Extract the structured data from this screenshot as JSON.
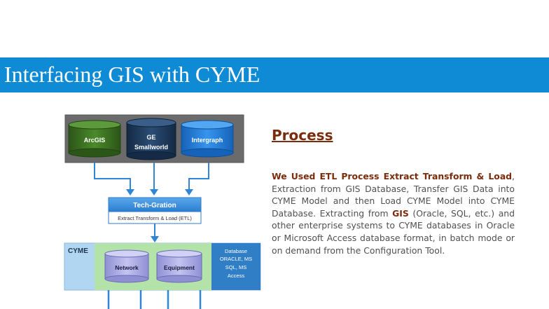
{
  "title": "Interfacing GIS with CYME",
  "diagram": {
    "sources": [
      "ArcGIS",
      "GE",
      "Smallworld",
      "Intergraph"
    ],
    "etl_title": "Tech-Gration",
    "etl_subtitle": "Extract Transform & Load (ETL)",
    "cyme_label": "CYME",
    "cyme_dbs": [
      "Network",
      "Equipment"
    ],
    "database_lines": [
      "Database",
      "ORACLE, MS",
      "SQL, MS",
      "Access"
    ]
  },
  "process": {
    "heading": "Process",
    "lead": "We Used ETL Process Extract Transform & Load",
    "p1": ", Extraction from GIS Database, Transfer GIS Data into CYME Model and then Load CYME Model into CYME Database. Extracting from ",
    "gis": "GIS",
    "p2": " (Oracle, SQL, etc.) and other enterprise systems to CYME databases in Oracle or Microsoft Access database format, in batch mode or on demand from the Configuration Tool."
  },
  "colors": {
    "title_bar": "#0f8bd6",
    "heading": "#7b2c0d",
    "arcgis": "#3a6b21",
    "smallworld": "#1f3a5c",
    "intergraph": "#1e79d8",
    "cyme_panel": "#b0d6f2",
    "cyme_inner": "#b3e3a8",
    "database_panel": "#2f7ec6"
  }
}
